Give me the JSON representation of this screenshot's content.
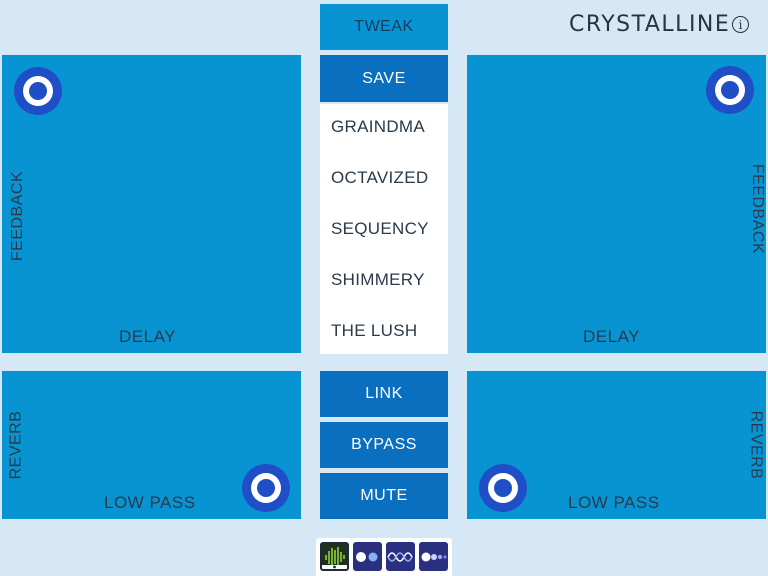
{
  "app": {
    "title": "CRYSTALLINE",
    "info_icon": "ⓘ"
  },
  "pads": {
    "top_left": {
      "x_label": "DELAY",
      "y_label": "FEEDBACK"
    },
    "top_right": {
      "x_label": "DELAY",
      "y_label": "FEEDBACK"
    },
    "bottom_left": {
      "x_label": "LOW PASS",
      "y_label": "REVERB"
    },
    "bottom_right": {
      "x_label": "LOW PASS",
      "y_label": "REVERB"
    }
  },
  "center": {
    "tweak_label": "TWEAK",
    "save_label": "SAVE",
    "presets": [
      "GRAINDMA",
      "OCTAVIZED",
      "SEQUENCY",
      "SHIMMERY",
      "THE LUSH"
    ],
    "link_label": "LINK",
    "bypass_label": "BYPASS",
    "mute_label": "MUTE"
  },
  "tabs": [
    {
      "icon": "waveform-icon",
      "selected": true
    },
    {
      "icon": "two-dots-icon",
      "selected": false
    },
    {
      "icon": "wave-icon",
      "selected": false
    },
    {
      "icon": "dots-row-icon",
      "selected": false
    }
  ],
  "colors": {
    "background": "#d6e8f5",
    "pad": "#0894d3",
    "button_dark": "#0a6fbf",
    "knob": "#1f4ec7"
  }
}
